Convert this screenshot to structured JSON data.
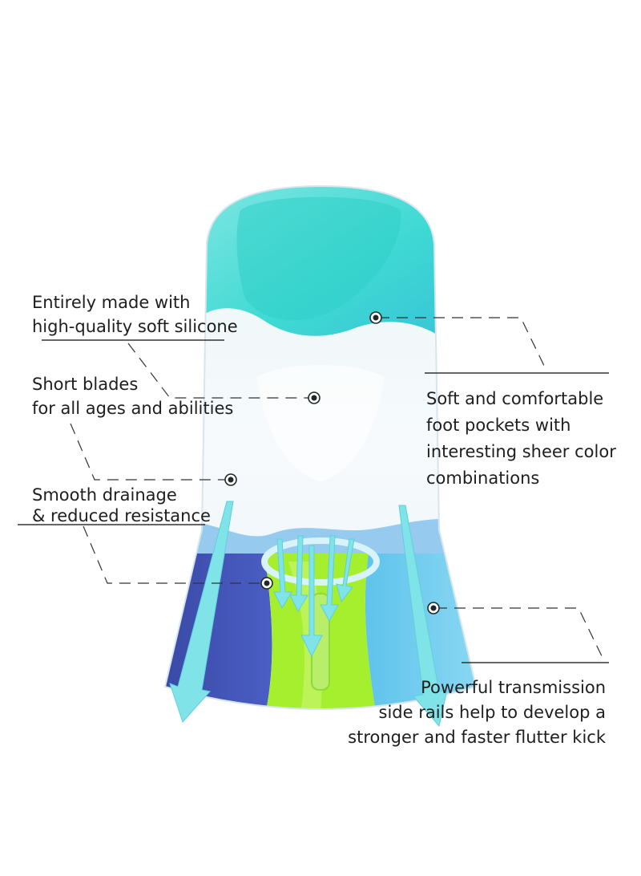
{
  "callouts": {
    "silicone": {
      "lines": [
        "Entirely made with",
        "high-quality soft silicone"
      ]
    },
    "blades": {
      "lines": [
        "Short blades",
        "for all ages and abilities"
      ]
    },
    "drainage": {
      "lines": [
        "Smooth drainage",
        "& reduced resistance"
      ]
    },
    "pockets": {
      "lines": [
        "Soft and comfortable",
        "foot pockets with",
        "interesting sheer color",
        "combinations"
      ]
    },
    "rails": {
      "lines": [
        "Powerful transmission",
        "side rails help to develop a",
        "stronger and faster flutter kick"
      ]
    }
  },
  "colors": {
    "fin_teal": "#3fd9d3",
    "fin_clear": "#f4f8fb",
    "fin_navy": "#4456b8",
    "fin_lime": "#a6ef2f",
    "fin_sky": "#65c9ee",
    "arrow": "#7fe3e8",
    "leader": "#333333"
  },
  "icons": {
    "marker": "target-dot-icon",
    "flow": "arrow-icon"
  }
}
